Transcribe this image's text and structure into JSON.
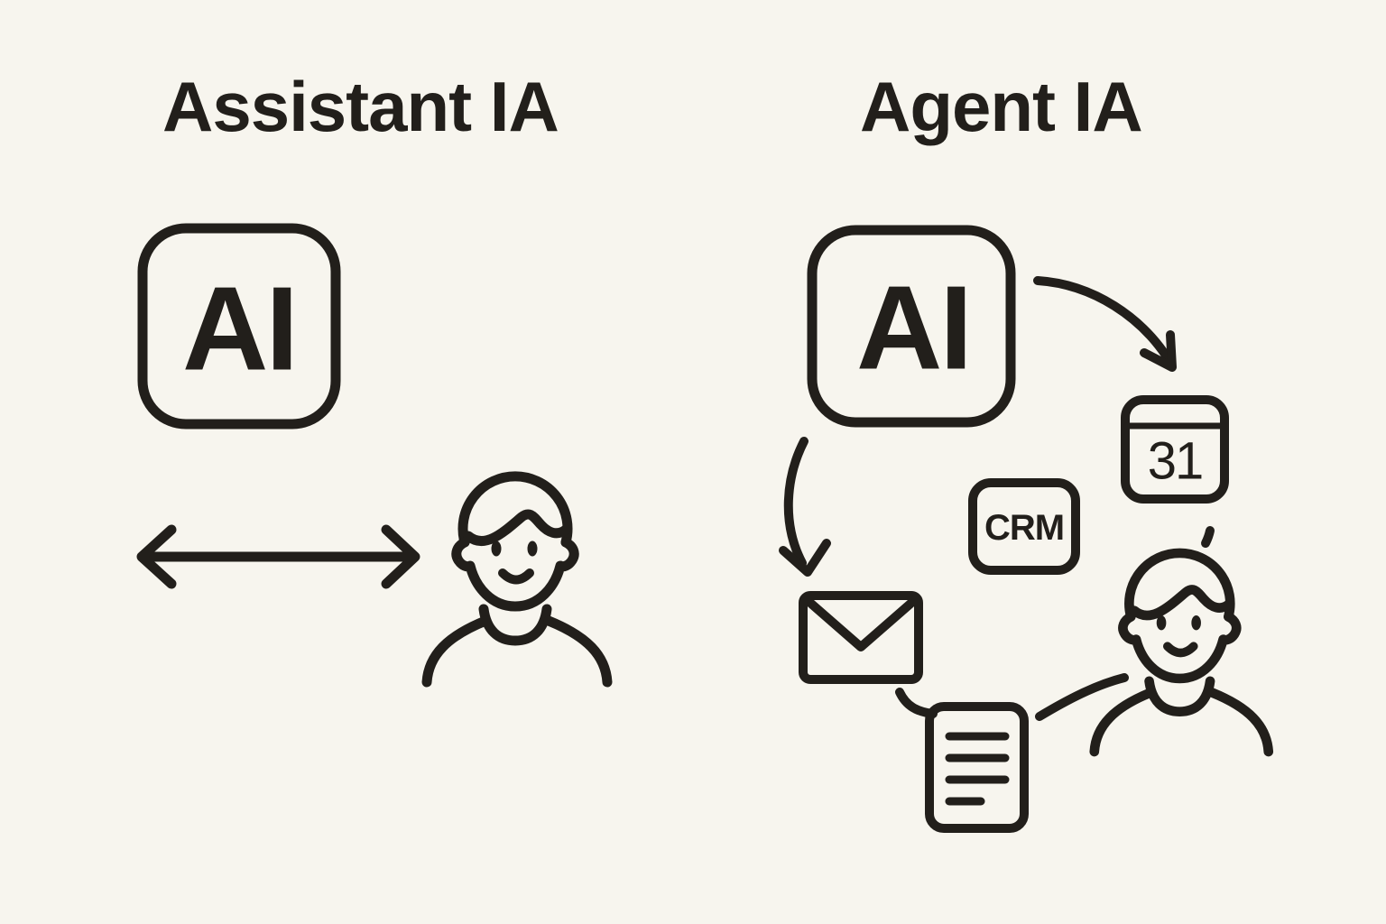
{
  "colors": {
    "background": "#f7f5ee",
    "ink": "#221f1b"
  },
  "left_panel": {
    "title": "Assistant IA",
    "ai_chip_label": "AI"
  },
  "right_panel": {
    "title": "Agent IA",
    "ai_chip_label": "AI",
    "calendar_day": "31",
    "crm_label": "CRM"
  }
}
